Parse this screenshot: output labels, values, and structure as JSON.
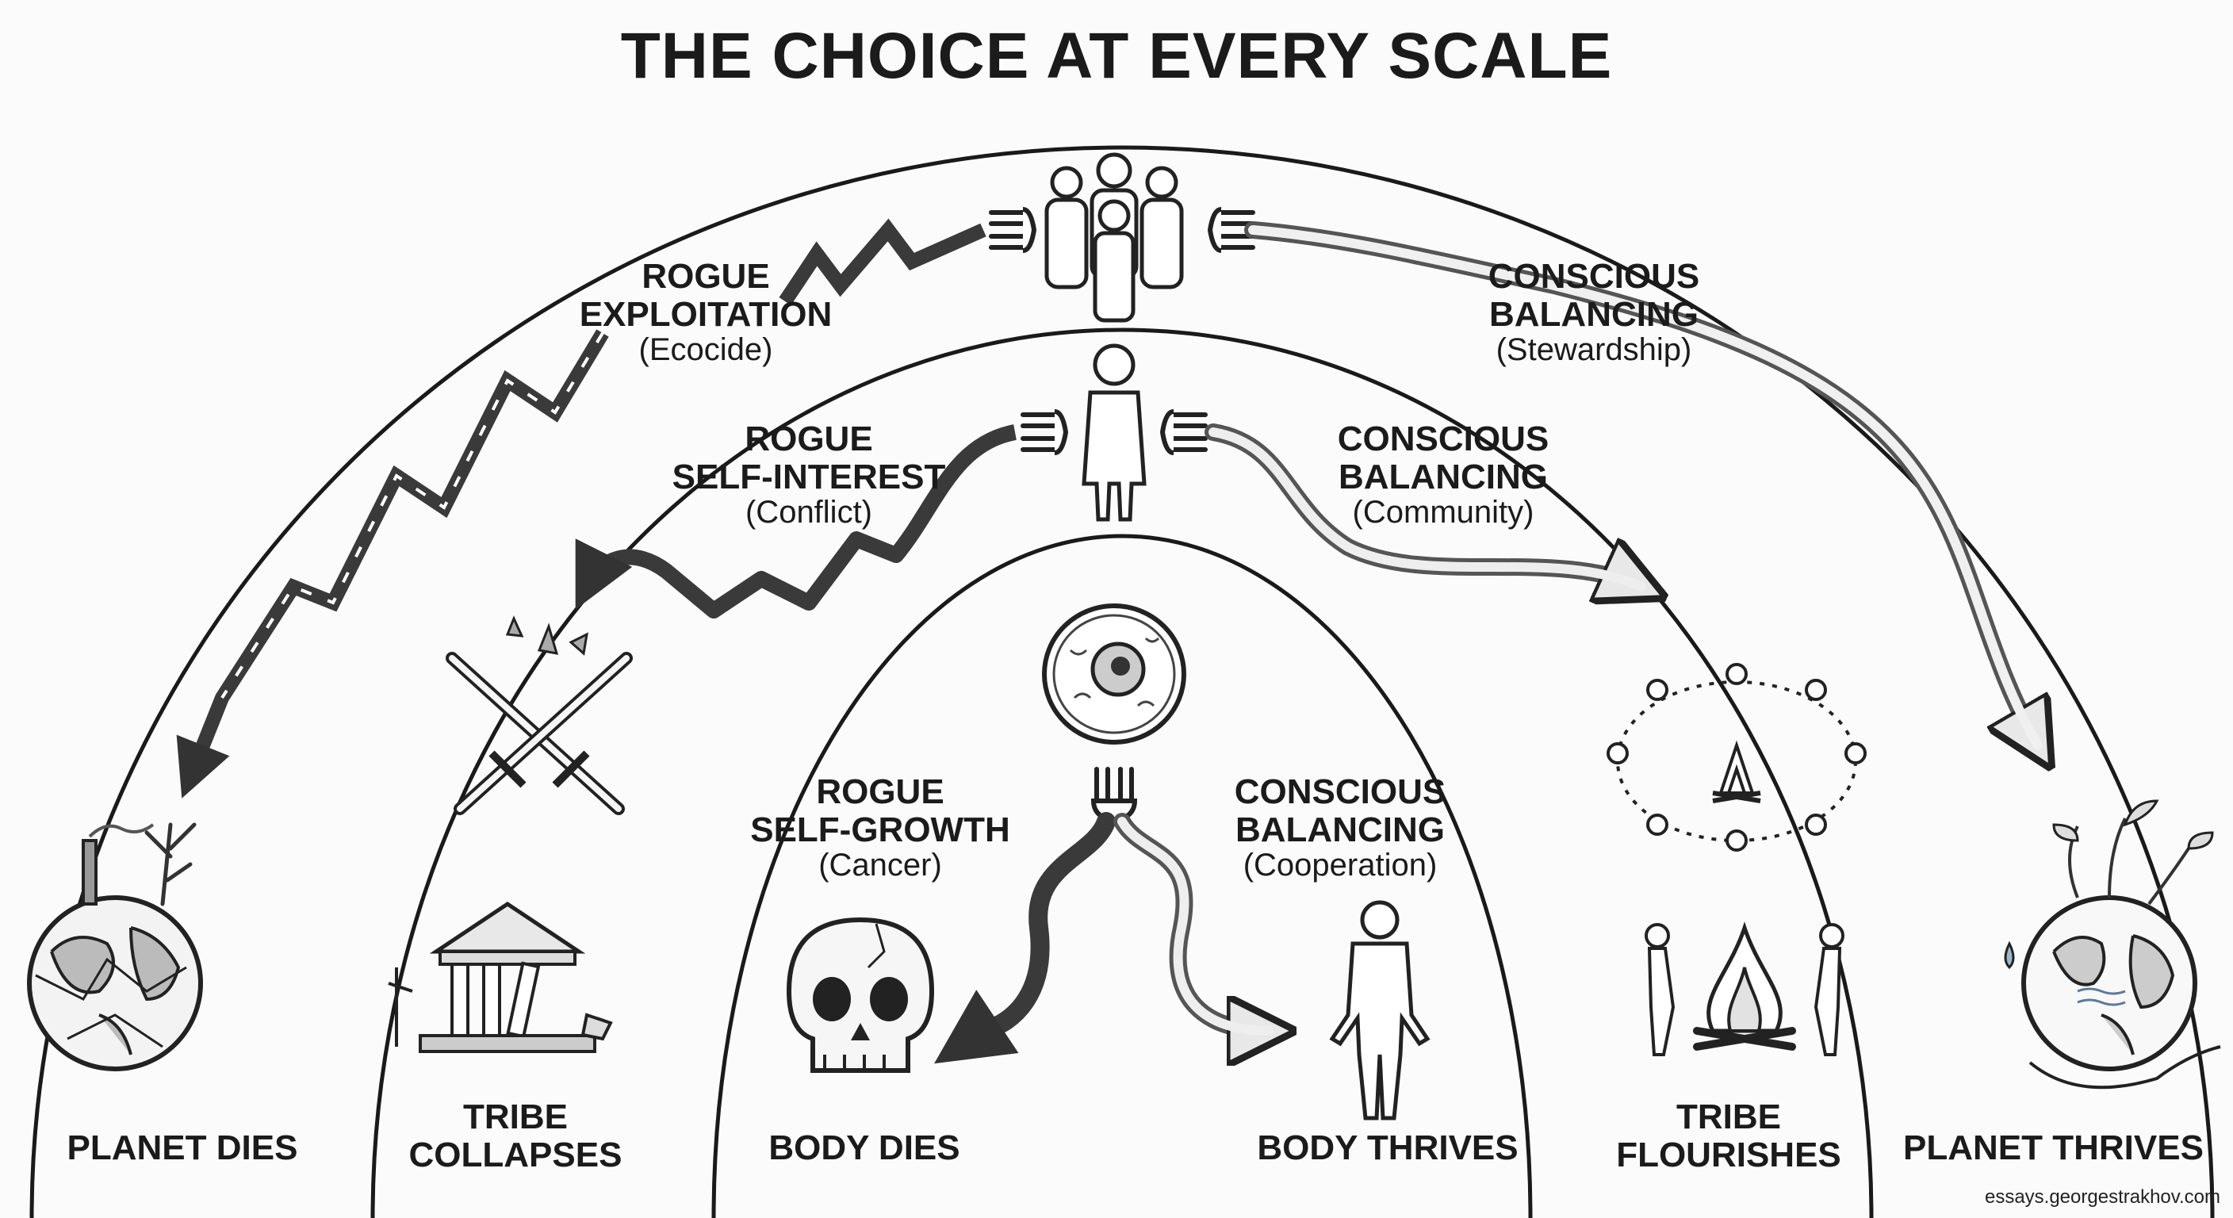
{
  "title": "THE CHOICE AT EVERY SCALE",
  "scales": {
    "collective": {
      "rogue": {
        "heading": "ROGUE\nEXPLOITATION",
        "subtitle": "(Ecocide)"
      },
      "conscious": {
        "heading": "CONSCIOUS\nBALANCING",
        "subtitle": "(Stewardship)"
      },
      "outcome_rogue": "PLANET DIES",
      "outcome_conscious": "PLANET THRIVES"
    },
    "individual": {
      "rogue": {
        "heading": "ROGUE\nSELF-INTEREST",
        "subtitle": "(Conflict)"
      },
      "conscious": {
        "heading": "CONSCIOUS\nBALANCING",
        "subtitle": "(Community)"
      },
      "outcome_rogue": "TRIBE\nCOLLAPSES",
      "outcome_conscious": "TRIBE\nFLOURISHES"
    },
    "cell": {
      "rogue": {
        "heading": "ROGUE\nSELF-GROWTH",
        "subtitle": "(Cancer)"
      },
      "conscious": {
        "heading": "CONSCIOUS\nBALANCING",
        "subtitle": "(Cooperation)"
      },
      "outcome_rogue": "BODY DIES",
      "outcome_conscious": "BODY THRIVES"
    }
  },
  "credit": "essays.georgestrakhov.com",
  "icons": {
    "group": "group-of-people-icon",
    "person": "person-icon",
    "cell": "cell-icon",
    "fork": "fork-icon",
    "dying_planet": "dying-planet-icon",
    "thriving_planet": "thriving-planet-icon",
    "crossed_swords": "broken-crossed-swords-icon",
    "ruins": "ruined-temple-icon",
    "skull": "cracked-skull-icon",
    "body": "healthy-body-icon",
    "dancers": "dancing-circle-icon",
    "campfire": "campfire-people-icon"
  }
}
